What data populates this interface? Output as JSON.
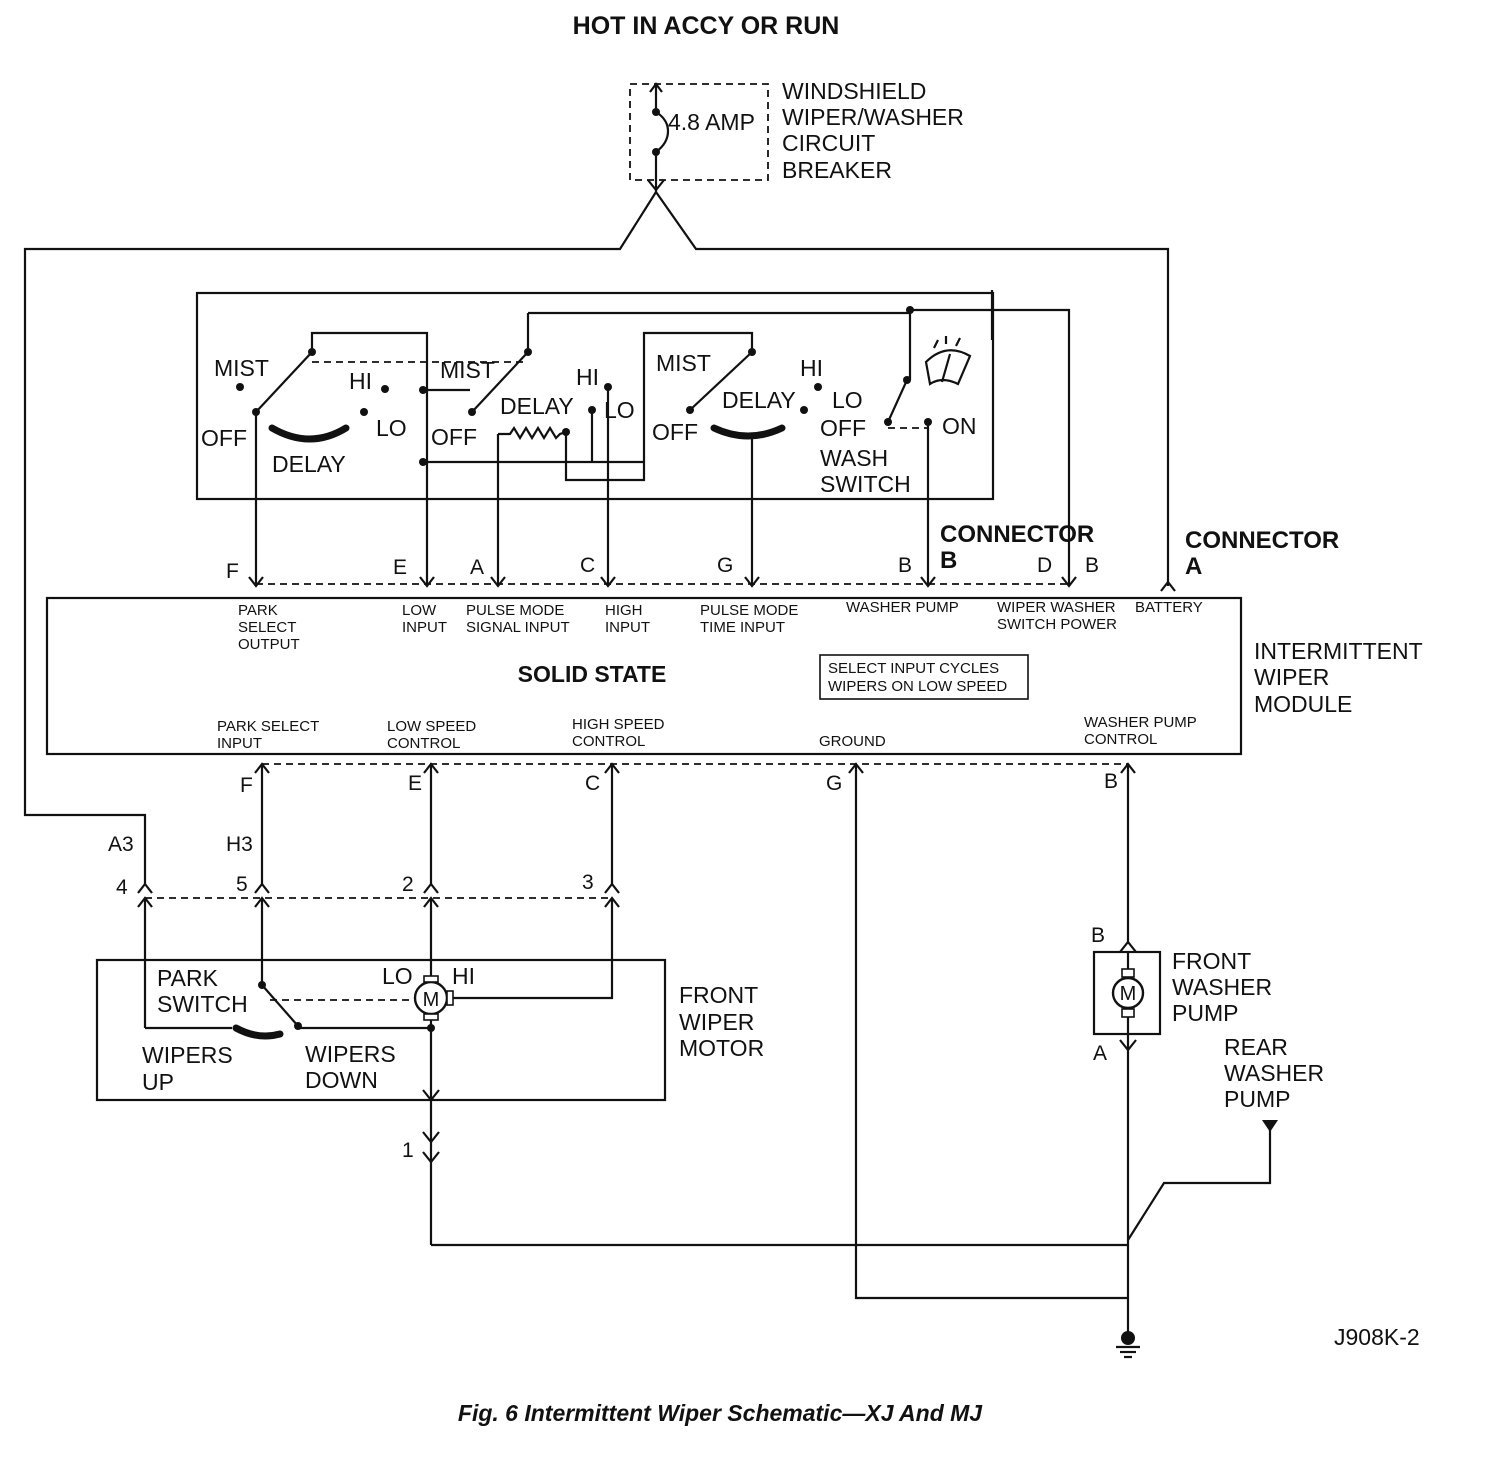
{
  "header": {
    "title": "HOT IN ACCY OR RUN"
  },
  "breaker": {
    "rating": "4.8 AMP",
    "label_lines": [
      "WINDSHIELD",
      "WIPER/WASHER",
      "CIRCUIT",
      "BREAKER"
    ]
  },
  "switch_panel": {
    "mist": "MIST",
    "off": "OFF",
    "hi": "HI",
    "lo": "LO",
    "delay": "DELAY",
    "on": "ON",
    "wash_switch_lines": [
      "WASH",
      "SWITCH"
    ]
  },
  "connectors": {
    "b_title": "CONNECTOR",
    "b_letter": "B",
    "a_title": "CONNECTOR",
    "a_letter": "A"
  },
  "module": {
    "center_label": "SOLID STATE",
    "name_lines": [
      "INTERMITTENT",
      "WIPER",
      "MODULE"
    ],
    "note_lines": [
      "SELECT INPUT CYCLES",
      "WIPERS ON LOW SPEED"
    ],
    "top_pins": [
      {
        "letter": "F",
        "label_lines": [
          "PARK",
          "SELECT",
          "OUTPUT"
        ]
      },
      {
        "letter": "E",
        "label_lines": [
          "LOW",
          "INPUT"
        ]
      },
      {
        "letter": "A",
        "label_lines": [
          "PULSE MODE",
          "SIGNAL INPUT"
        ]
      },
      {
        "letter": "C",
        "label_lines": [
          "HIGH",
          "INPUT"
        ]
      },
      {
        "letter": "G",
        "label_lines": [
          "PULSE MODE",
          "TIME INPUT"
        ]
      },
      {
        "letter": "B",
        "label_lines": [
          "WASHER PUMP"
        ]
      },
      {
        "letter": "D",
        "label_lines": [
          "WIPER WASHER",
          "SWITCH POWER"
        ]
      },
      {
        "letter": "B",
        "label_lines": [
          "BATTERY"
        ]
      }
    ],
    "bottom_pins": [
      {
        "letter": "F",
        "label_lines": [
          "PARK SELECT",
          "INPUT"
        ]
      },
      {
        "letter": "E",
        "label_lines": [
          "LOW SPEED",
          "CONTROL"
        ]
      },
      {
        "letter": "C",
        "label_lines": [
          "HIGH SPEED",
          "CONTROL"
        ]
      },
      {
        "letter": "G",
        "label_lines": [
          "GROUND"
        ]
      },
      {
        "letter": "B",
        "label_lines": [
          "WASHER PUMP",
          "CONTROL"
        ]
      }
    ]
  },
  "harness": {
    "a3": "A3",
    "h3": "H3",
    "pins": [
      "4",
      "5",
      "2",
      "3",
      "1"
    ]
  },
  "motor": {
    "motor_letter": "M",
    "lo": "LO",
    "hi": "HI",
    "park_switch_lines": [
      "PARK",
      "SWITCH"
    ],
    "wipers_up_lines": [
      "WIPERS",
      "UP"
    ],
    "wipers_down_lines": [
      "WIPERS",
      "DOWN"
    ],
    "name_lines": [
      "FRONT",
      "WIPER",
      "MOTOR"
    ]
  },
  "pump": {
    "motor_letter": "M",
    "pin_b": "B",
    "pin_a": "A",
    "front_lines": [
      "FRONT",
      "WASHER",
      "PUMP"
    ],
    "rear_lines": [
      "REAR",
      "WASHER",
      "PUMP"
    ]
  },
  "footer": {
    "figure_id": "J908K-2",
    "caption": "Fig. 6 Intermittent Wiper Schematic—XJ And MJ"
  }
}
